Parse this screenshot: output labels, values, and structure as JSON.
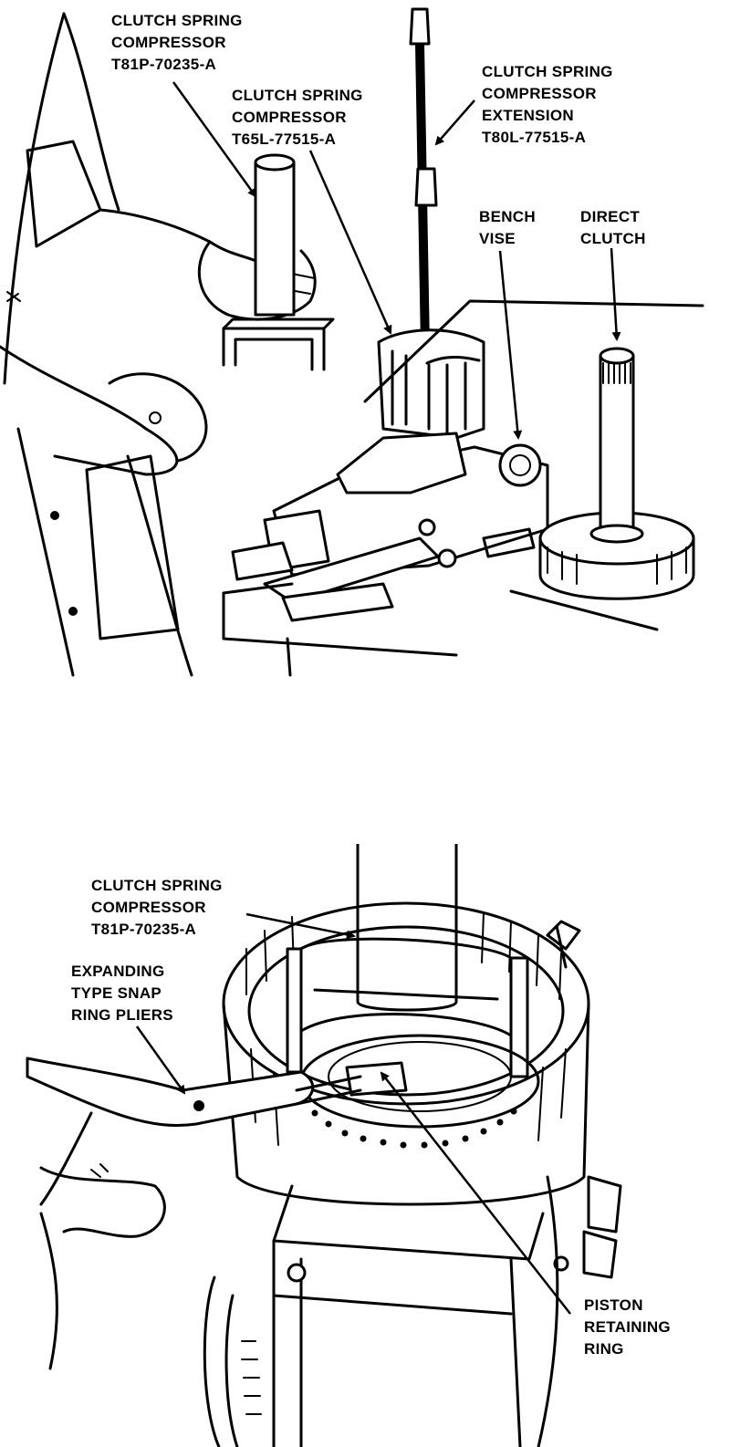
{
  "top_figure": {
    "labels": {
      "compressor_t81p": [
        "CLUTCH SPRING",
        "COMPRESSOR",
        "T81P-70235-A"
      ],
      "compressor_t65l": [
        "CLUTCH SPRING",
        "COMPRESSOR",
        "T65L-77515-A"
      ],
      "extension": [
        "CLUTCH SPRING",
        "COMPRESSOR",
        "EXTENSION",
        "T80L-77515-A"
      ],
      "bench_vise": [
        "BENCH",
        "VISE"
      ],
      "direct_clutch": [
        "DIRECT",
        "CLUTCH"
      ]
    }
  },
  "bottom_figure": {
    "labels": {
      "compressor_t81p": [
        "CLUTCH SPRING",
        "COMPRESSOR",
        "T81P-70235-A"
      ],
      "snap_ring_pliers": [
        "EXPANDING",
        "TYPE SNAP",
        "RING PLIERS"
      ],
      "piston_ring": [
        "PISTON",
        "RETAINING",
        "RING"
      ]
    }
  }
}
